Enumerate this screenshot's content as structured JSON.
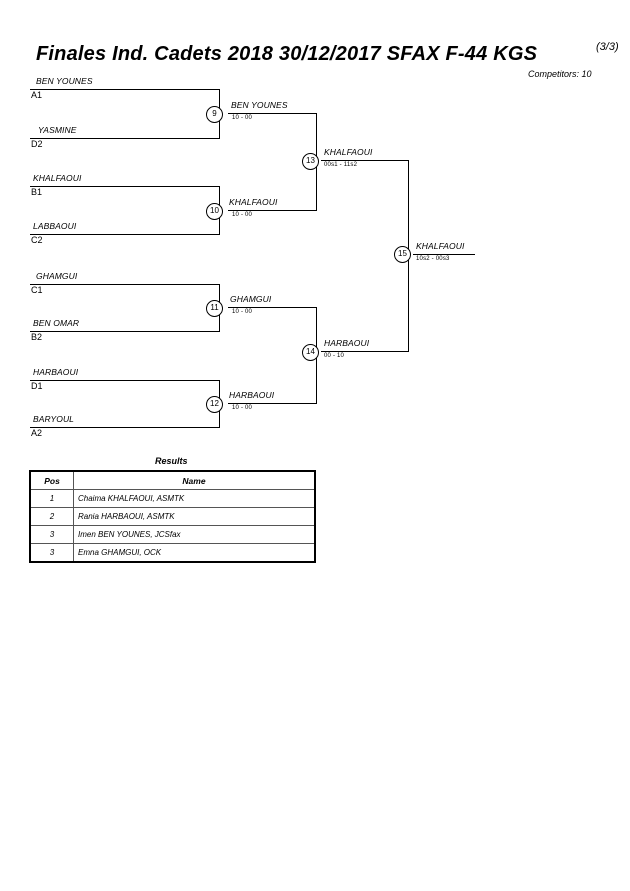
{
  "header": {
    "title": "Finales Ind. Cadets 2018  30/12/2017  SFAX   F-44 KGS",
    "page": "(3/3)",
    "competitors": "Competitors: 10"
  },
  "bracket": {
    "round1": [
      {
        "name": "BEN YOUNES",
        "seed": "A1"
      },
      {
        "name": "YASMINE",
        "seed": "D2"
      },
      {
        "name": "KHALFAOUI",
        "seed": "B1"
      },
      {
        "name": "LABBAOUI",
        "seed": "C2"
      },
      {
        "name": "GHAMGUI",
        "seed": "C1"
      },
      {
        "name": "BEN OMAR",
        "seed": "B2"
      },
      {
        "name": "HARBAOUI",
        "seed": "D1"
      },
      {
        "name": "BARYOUL",
        "seed": "A2"
      }
    ],
    "matches": [
      {
        "number": "9",
        "winner": "BEN YOUNES",
        "score": "10 - 00"
      },
      {
        "number": "10",
        "winner": "KHALFAOUI",
        "score": "10 - 00"
      },
      {
        "number": "11",
        "winner": "GHAMGUI",
        "score": "10 - 00"
      },
      {
        "number": "12",
        "winner": "HARBAOUI",
        "score": "10 - 00"
      },
      {
        "number": "13",
        "winner": "KHALFAOUI",
        "score": "00s1 - 11s2"
      },
      {
        "number": "14",
        "winner": "HARBAOUI",
        "score": "00 - 10"
      },
      {
        "number": "15",
        "winner": "KHALFAOUI",
        "score": "10s2 - 00s3"
      }
    ]
  },
  "results": {
    "caption": "Results",
    "columns": [
      "Pos",
      "Name"
    ],
    "rows": [
      {
        "pos": "1",
        "name": "Chaima KHALFAOUI, ASMTK"
      },
      {
        "pos": "2",
        "name": "Rania HARBAOUI, ASMTK"
      },
      {
        "pos": "3",
        "name": "Imen BEN YOUNES, JCSfax"
      },
      {
        "pos": "3",
        "name": "Emna GHAMGUI, OCK"
      }
    ]
  }
}
